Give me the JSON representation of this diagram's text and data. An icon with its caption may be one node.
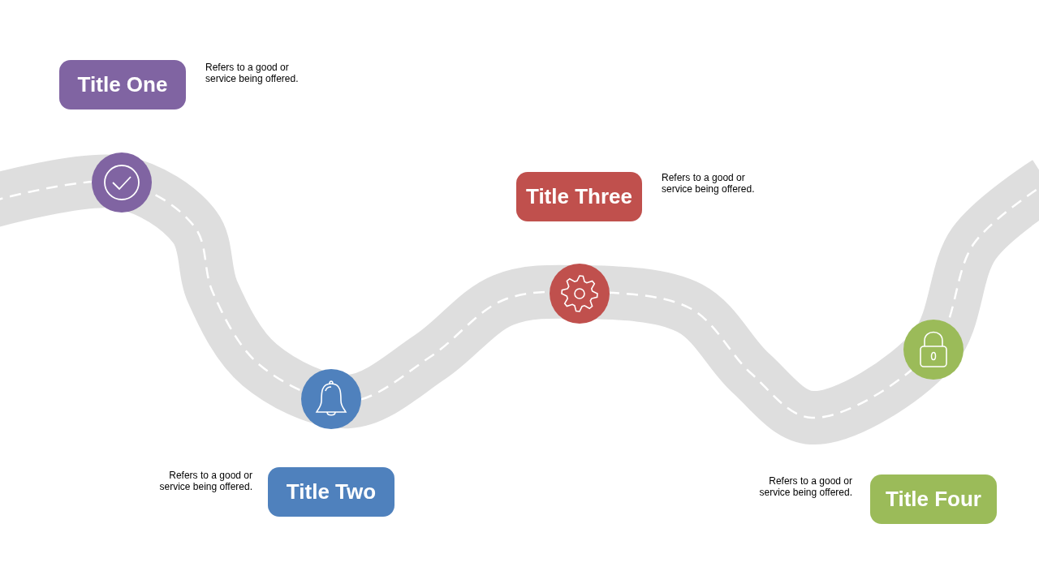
{
  "diagram": {
    "nodes": [
      {
        "text": [
          "Title One"
        ],
        "beside": [
          "Refers to a good or service being offered."
        ]
      },
      {
        "text": [
          "Title Two"
        ],
        "beside": [
          "Refers to a good or service being offered."
        ]
      },
      {
        "text": [
          "Title Three"
        ],
        "beside": [
          "Refers to a good or service being offered."
        ]
      },
      {
        "text": [
          "Title Four"
        ],
        "beside": [
          "Refers to a good or service being offered."
        ]
      }
    ]
  }
}
